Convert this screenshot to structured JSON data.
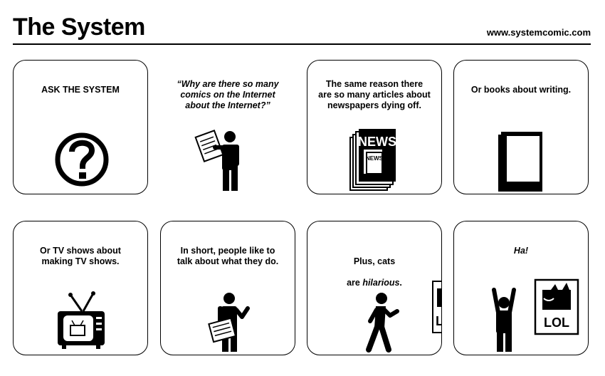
{
  "header": {
    "title": "The System",
    "url": "www.systemcomic.com"
  },
  "panels": [
    {
      "caption": "ASK THE SYSTEM"
    },
    {
      "caption": "“Why are there so many\ncomics on the Internet\nabout the Internet?”"
    },
    {
      "caption": "The same reason there\nare so many articles about\nnewspapers dying off.",
      "sign_top": "NEWS",
      "sign_inner": "NEWS"
    },
    {
      "caption": "Or books about writing."
    },
    {
      "caption": "Or TV shows about\nmaking TV shows."
    },
    {
      "caption": "In short, people like to\ntalk about what they do."
    },
    {
      "caption_line1": "Plus, cats",
      "caption_pre": "are ",
      "caption_em": "hilarious",
      "caption_post": ".",
      "sign": "LOL"
    },
    {
      "caption": "Ha!",
      "sign": "LOL"
    }
  ]
}
